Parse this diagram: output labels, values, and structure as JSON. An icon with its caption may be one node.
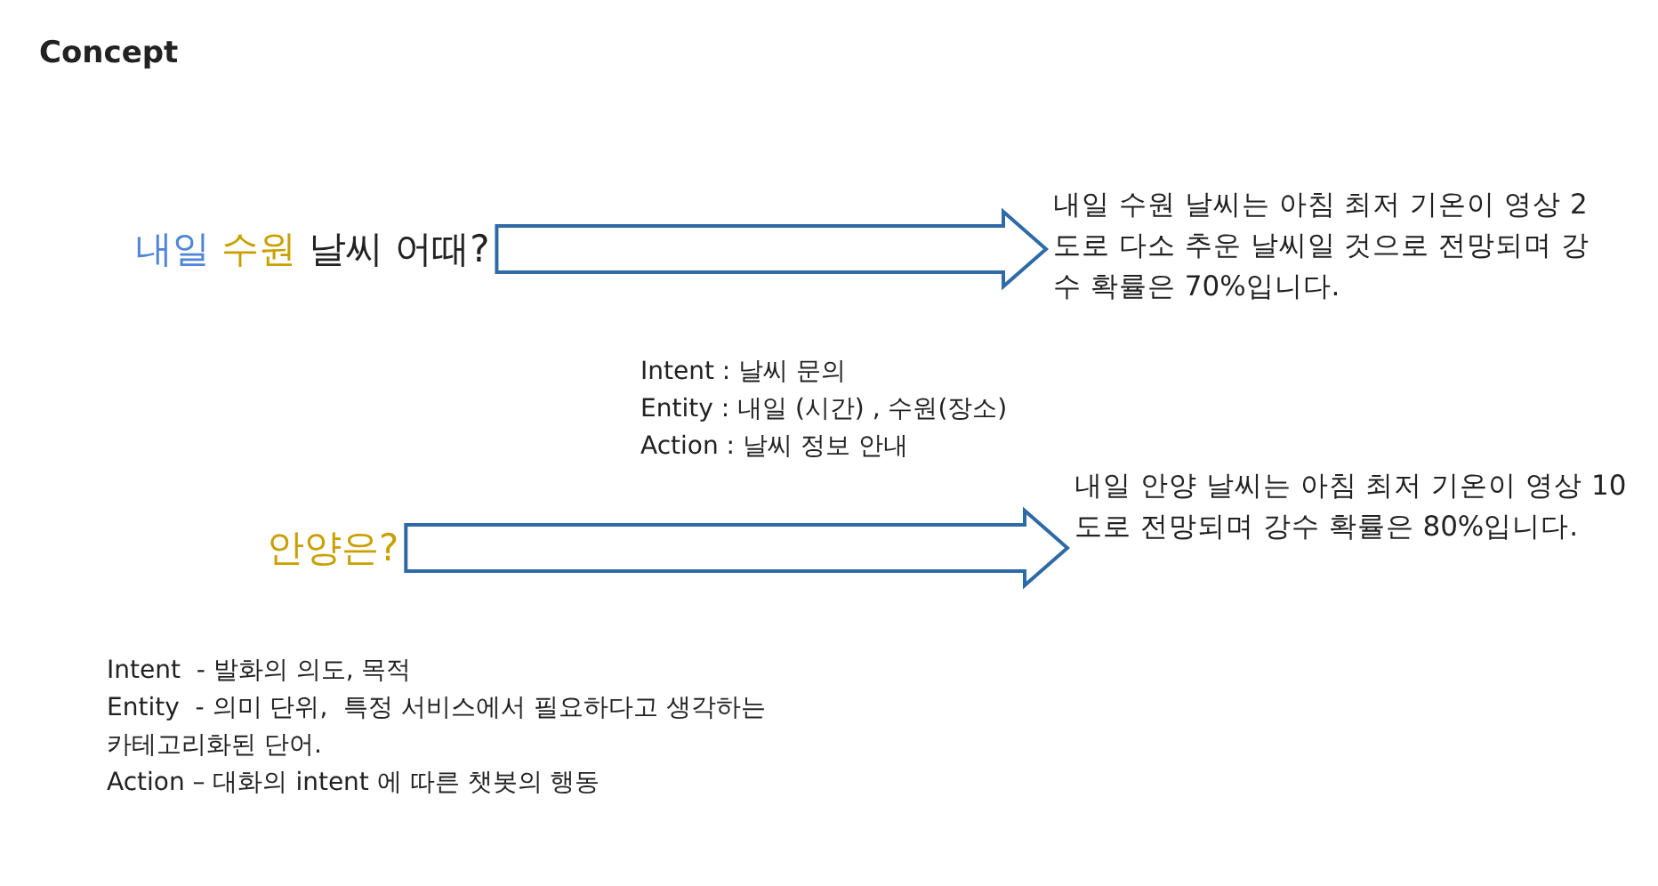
{
  "diagram": {
    "title": "Concept",
    "nodes": [
      {
        "text": [
          "내일 수원 날씨 어때?"
        ]
      },
      {
        "text": [
          "내일 수원 날씨는 아침 최저 기온이 영상 2도로 다소 추운 날씨일 것으로 전망되며  강수 확률은 70%입니다."
        ]
      },
      {
        "text": [
          "안양은?"
        ]
      },
      {
        "text": [
          "내일 안양 날씨는 아침 최저 기온이 영상 10도로 전망되며  강수 확률은 80%입니다."
        ]
      }
    ],
    "edges": [
      {
        "from": 0,
        "to": 1,
        "arrow": "to"
      },
      {
        "from": 2,
        "to": 3,
        "arrow": "to"
      }
    ],
    "labels": [
      "Intent : 날씨 문의",
      "Entity : 내일 (시간) , 수원(장소)",
      "Action : 날씨 정보 안내",
      "Intent  - 발화의 의도, 목적",
      "Entity  - 의미 단위,  특정 서비스에서 필요하다고 생각하는 카테고리화된 단어.",
      "Action – 대화의 intent 에 따른 챗봇의 행동"
    ]
  }
}
